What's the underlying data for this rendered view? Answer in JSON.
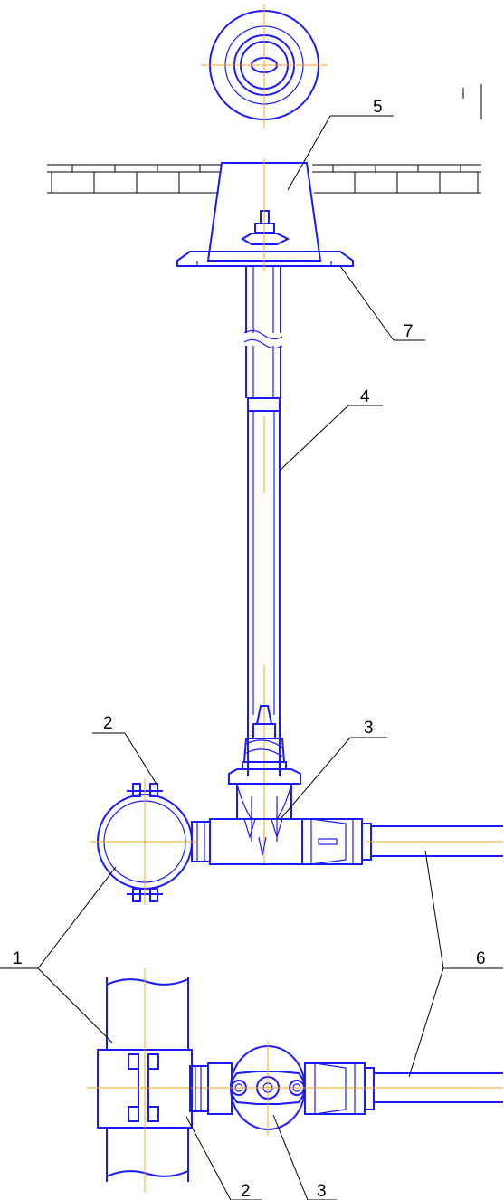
{
  "colors": {
    "outline": "#1a1aff",
    "axis": "#f0a020",
    "leader": "#000000",
    "background": "#ffffff"
  },
  "callouts": {
    "c1": "1",
    "c2_side": "2",
    "c2_top": "2",
    "c3_side": "3",
    "c3_top": "3",
    "c4": "4",
    "c5": "5",
    "c6": "6",
    "c7": "7"
  }
}
